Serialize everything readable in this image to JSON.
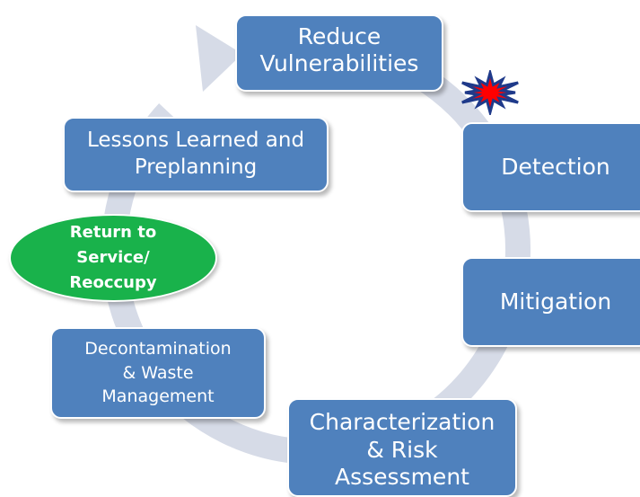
{
  "diagram": {
    "steps": [
      {
        "label": "Reduce\nVulnerabilities"
      },
      {
        "label": "Detection"
      },
      {
        "label": "Mitigation"
      },
      {
        "label": "Characterization\n& Risk\nAssessment"
      },
      {
        "label": "Decontamination\n& Waste\nManagement"
      },
      {
        "label": "Lessons Learned and\nPreplanning"
      }
    ],
    "highlight": {
      "label": "Return to\nService/\nReoccupy"
    },
    "event_icon": "explosion-burst-icon",
    "colors": {
      "box_fill": "#4f81bd",
      "box_border": "#ffffff",
      "cycle_arrow": "#d6dbe7",
      "highlight_fill": "#19b24b",
      "burst_fill": "#ff0000",
      "burst_outline": "#1f3a8a"
    }
  }
}
